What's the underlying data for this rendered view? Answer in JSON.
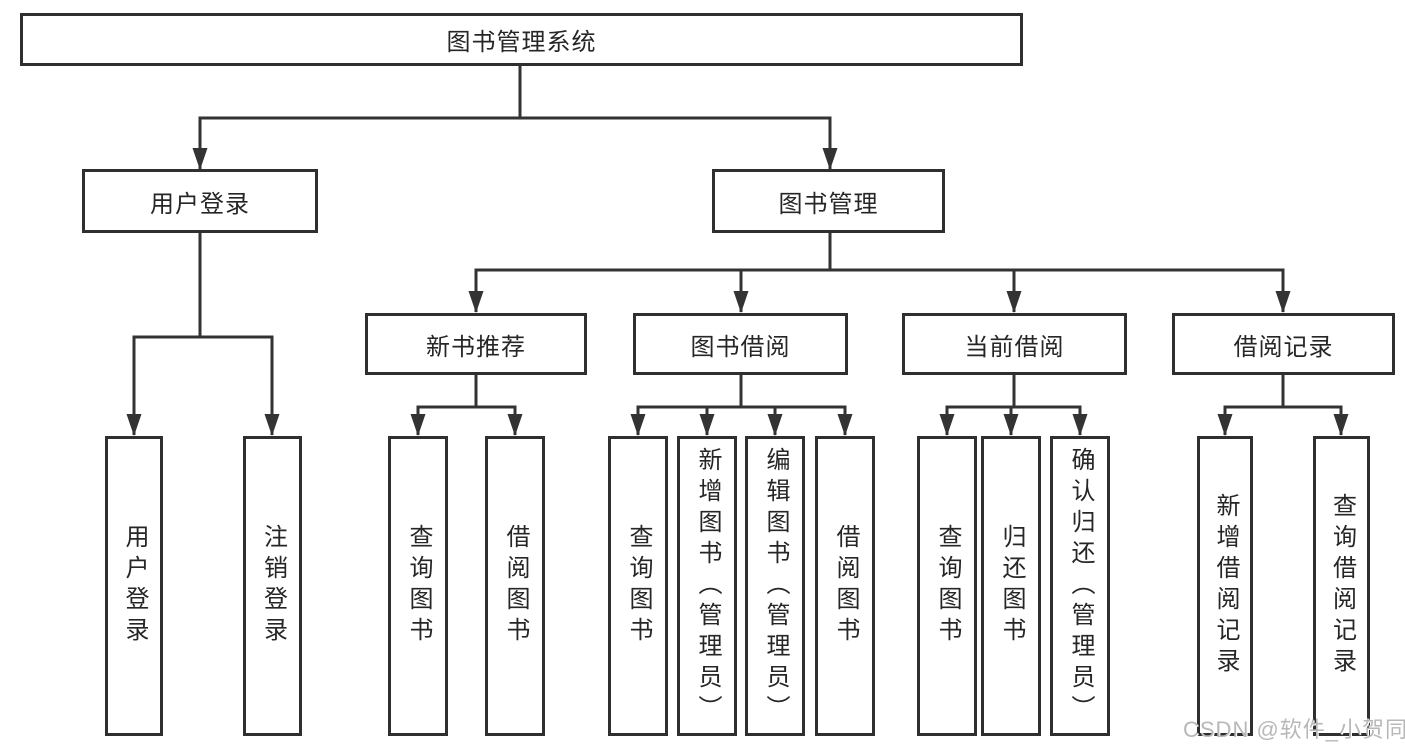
{
  "diagram": {
    "root": {
      "label": "图书管理系统"
    },
    "level2": [
      {
        "label": "用户登录"
      },
      {
        "label": "图书管理"
      }
    ],
    "level3": [
      {
        "label": "新书推荐"
      },
      {
        "label": "图书借阅"
      },
      {
        "label": "当前借阅"
      },
      {
        "label": "借阅记录"
      }
    ],
    "leaves": {
      "user_login": [
        {
          "label": "用户登录"
        },
        {
          "label": "注销登录"
        }
      ],
      "new_book_recommend": [
        {
          "label": "查询图书"
        },
        {
          "label": "借阅图书"
        }
      ],
      "book_borrow": [
        {
          "label": "查询图书"
        },
        {
          "label": "新增图书（管理员）"
        },
        {
          "label": "编辑图书（管理员）"
        },
        {
          "label": "借阅图书"
        }
      ],
      "current_borrow": [
        {
          "label": "查询图书"
        },
        {
          "label": "归还图书"
        },
        {
          "label": "确认归还（管理员）"
        }
      ],
      "borrow_records": [
        {
          "label": "新增借阅记录"
        },
        {
          "label": "查询借阅记录"
        }
      ]
    },
    "watermark": "CSDN @软件_小贺同学",
    "colors": {
      "line": "#333333",
      "box_border": "#2f2f2f",
      "text": "#262626",
      "watermark": "#b8b8b8",
      "background": "#ffffff"
    }
  }
}
